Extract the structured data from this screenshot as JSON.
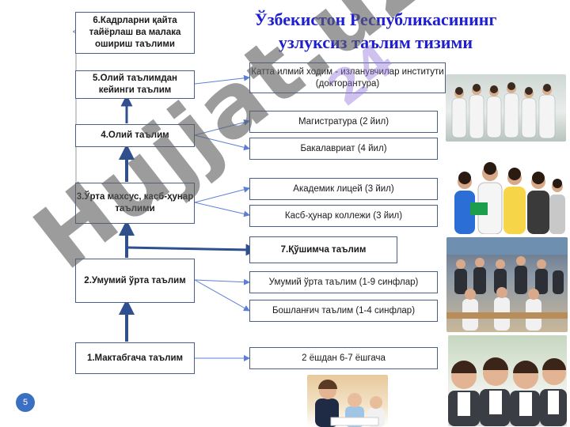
{
  "title": "Ўзбекистон Республикасининг узлуксиз таълим тизими",
  "levels": [
    "6.Кадрларни қайта тайёрлаш ва малака ошириш таълими",
    "5.Олий таълимдан кейинги таълим",
    "4.Олий таълим",
    "3.Ўрта махсус, касб-ҳунар таълими",
    "2.Умумий ўрта таълим",
    "1.Мактабгача таълим"
  ],
  "details": {
    "doctoral": "Катта илмий ходим - изланувчилар институти (докторантура)",
    "masters": "Магистратура (2 йил)",
    "bachelor": "Бакалавриат (4 йил)",
    "lyceum": "Академик лицей (3 йил)",
    "college": "Касб-ҳунар коллежи (3 йил)",
    "extra": "7.Қўшимча таълим",
    "general": "Умумий ўрта таълим (1-9 синфлар)",
    "primary": "Бошланғич таълим (1-4 синфлар)",
    "preschool": "2 ёшдан 6-7 ёшгача"
  },
  "page_number": "5",
  "watermark": "Hujjat.uz",
  "colors": {
    "title": "#1f1fd0",
    "arrow": "#2f4f8f",
    "connector": "#5b7fd4",
    "box_border": "#4a5f86",
    "page_badge": "#3b6fc1"
  }
}
